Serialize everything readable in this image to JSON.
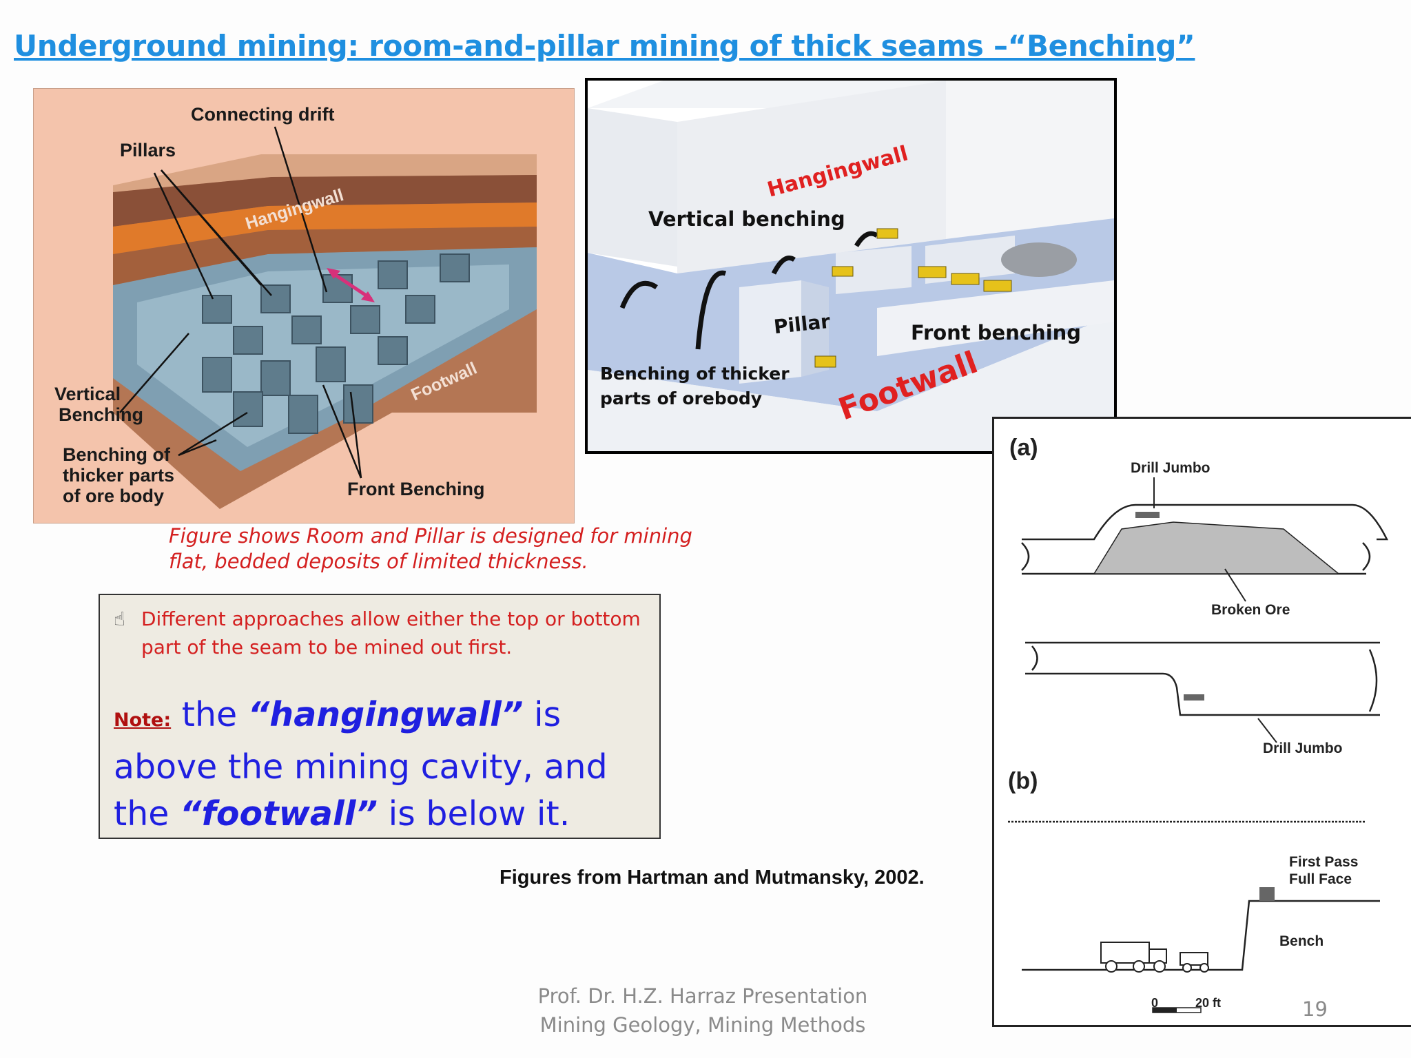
{
  "slide": {
    "title": "Underground mining: room-and-pillar mining of thick seams –“Benching”",
    "fig1": {
      "connecting_drift": "Connecting drift",
      "pillars": "Pillars",
      "hangingwall": "Hangingwall",
      "vertical_benching_1": "Vertical",
      "vertical_benching_2": "Benching",
      "benching_1": "Benching of",
      "benching_2": "thicker parts",
      "benching_3": "of ore body",
      "front_benching": "Front Benching",
      "footwall": "Footwall"
    },
    "fig2": {
      "hangingwall": "Hangingwall",
      "vertical_benching": "Vertical benching",
      "pillar": "Pillar",
      "front_benching": "Front benching",
      "benching_1": "Benching of thicker",
      "benching_2": "parts of orebody",
      "footwall": "Footwall"
    },
    "fig3": {
      "label_a": "(a)",
      "drill_jumbo_top": "Drill Jumbo",
      "broken_ore": "Broken Ore",
      "drill_jumbo_bottom": "Drill Jumbo",
      "label_b": "(b)",
      "first_pass_1": "First Pass",
      "first_pass_2": "Full Face",
      "bench": "Bench",
      "scale_zero": "0",
      "scale_twenty": "20 ft"
    },
    "caption_1": "Figure shows Room and Pillar is designed for mining",
    "caption_2": "flat, bedded deposits of limited thickness.",
    "bullet_1": "Different approaches allow either the top or bottom",
    "bullet_2": "part of the seam to be mined out first.",
    "note_label": "Note:",
    "note_a": " the ",
    "note_hw": "“hangingwall”",
    "note_b": " is above the mining cavity, and the ",
    "note_fw": "“footwall”",
    "note_c": " is below it.",
    "credit": "Figures from Hartman and Mutmansky, 2002.",
    "footer_1": "Prof. Dr. H.Z. Harraz Presentation",
    "footer_2": "Mining Geology,  Mining Methods",
    "page_number": "19"
  }
}
